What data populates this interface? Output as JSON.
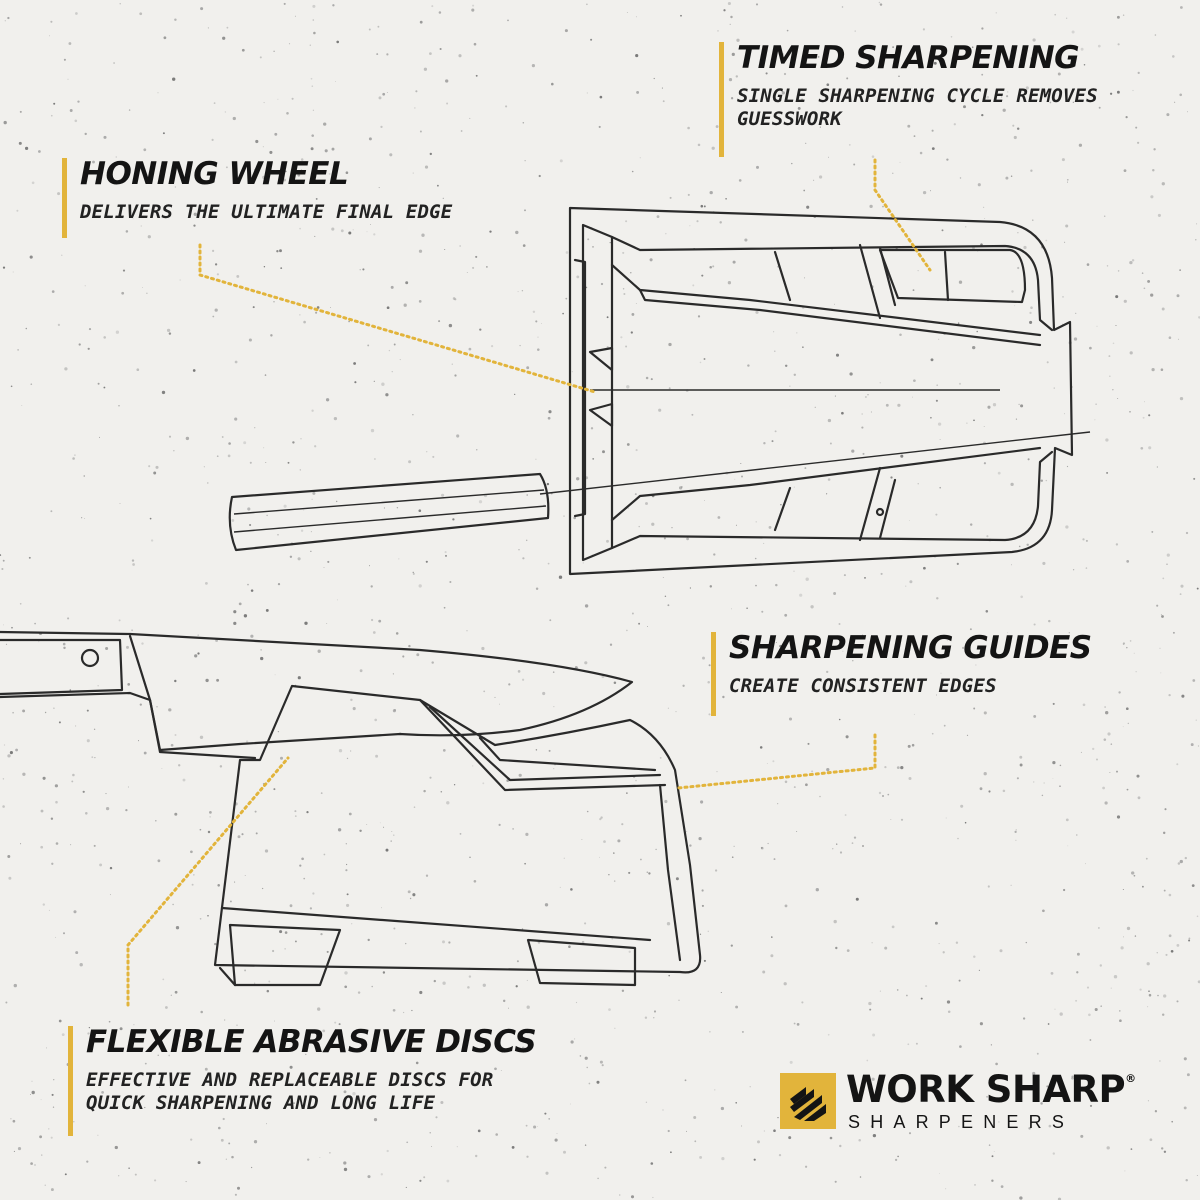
{
  "callouts": {
    "timed": {
      "title": "TIMED SHARPENING",
      "desc": "SINGLE SHARPENING CYCLE REMOVES GUESSWORK"
    },
    "honing": {
      "title": "HONING WHEEL",
      "desc": "DELIVERS THE ULTIMATE FINAL EDGE"
    },
    "guides": {
      "title": "SHARPENING GUIDES",
      "desc": "CREATE CONSISTENT EDGES"
    },
    "discs": {
      "title": "FLEXIBLE ABRASIVE DISCS",
      "desc": "EFFECTIVE AND REPLACEABLE DISCS FOR QUICK SHARPENING AND LONG LIFE"
    }
  },
  "brand": {
    "name": "WORK SHARP",
    "trademark": "®",
    "tagline": "SHARPENERS"
  },
  "colors": {
    "accent": "#e2b43b",
    "ink": "#141414",
    "background": "#f1f0ed"
  },
  "icons": {
    "logo": "work-sharp-logo-icon"
  }
}
